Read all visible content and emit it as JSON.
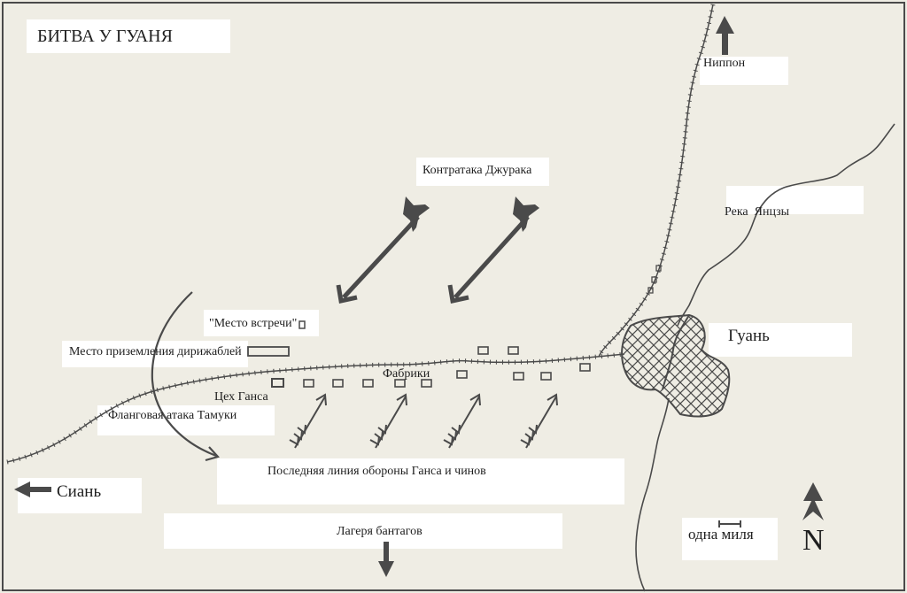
{
  "map": {
    "title": "БИТВА У ГУАНЯ",
    "labels": {
      "nippon": "Ниппон",
      "jurak_counterattack": "Контратака Джурака",
      "river": "Река  Янцзы",
      "meeting_place": "\"Место встречи\"",
      "airship_landing": "Место приземления дирижаблей",
      "guan": "Гуань",
      "factories": "Фабрики",
      "hans_shop": "Цех Ганса",
      "tamuka_flank": "Фланговая атака Тамуки",
      "last_defense": "Последняя линия обороны Ганса и чинов",
      "xian": "Сиань",
      "bantag_camps": "Лагеря бантагов",
      "scale": "одна миля",
      "north": "N"
    },
    "colors": {
      "paper": "#efede4",
      "ink": "#4a4a4a",
      "text": "#1e1e1e"
    }
  }
}
